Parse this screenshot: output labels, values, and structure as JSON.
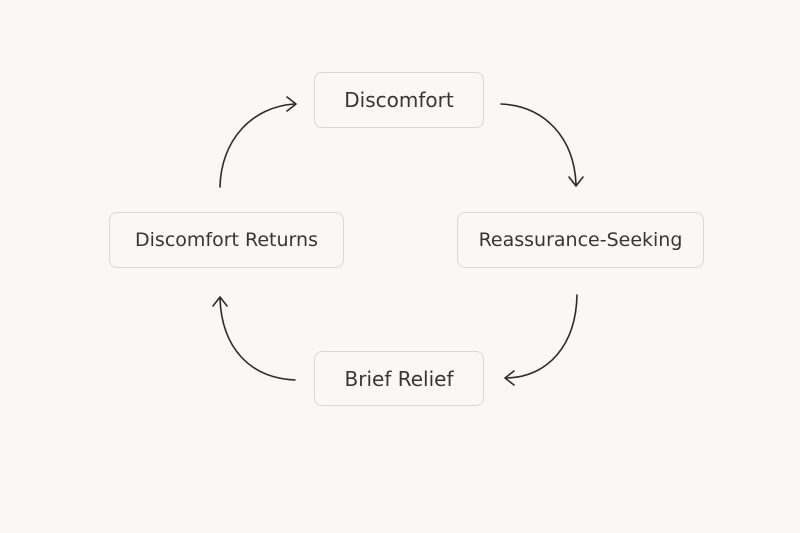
{
  "diagram": {
    "type": "cycle",
    "nodes": [
      {
        "id": "top",
        "label": "Discomfort"
      },
      {
        "id": "right",
        "label": "Reassurance-Seeking"
      },
      {
        "id": "bottom",
        "label": "Brief Relief"
      },
      {
        "id": "left",
        "label": "Discomfort Returns"
      }
    ],
    "edges": [
      {
        "from": "Discomfort",
        "to": "Reassurance-Seeking"
      },
      {
        "from": "Reassurance-Seeking",
        "to": "Brief Relief"
      },
      {
        "from": "Brief Relief",
        "to": "Discomfort Returns"
      },
      {
        "from": "Discomfort Returns",
        "to": "Discomfort"
      }
    ]
  }
}
